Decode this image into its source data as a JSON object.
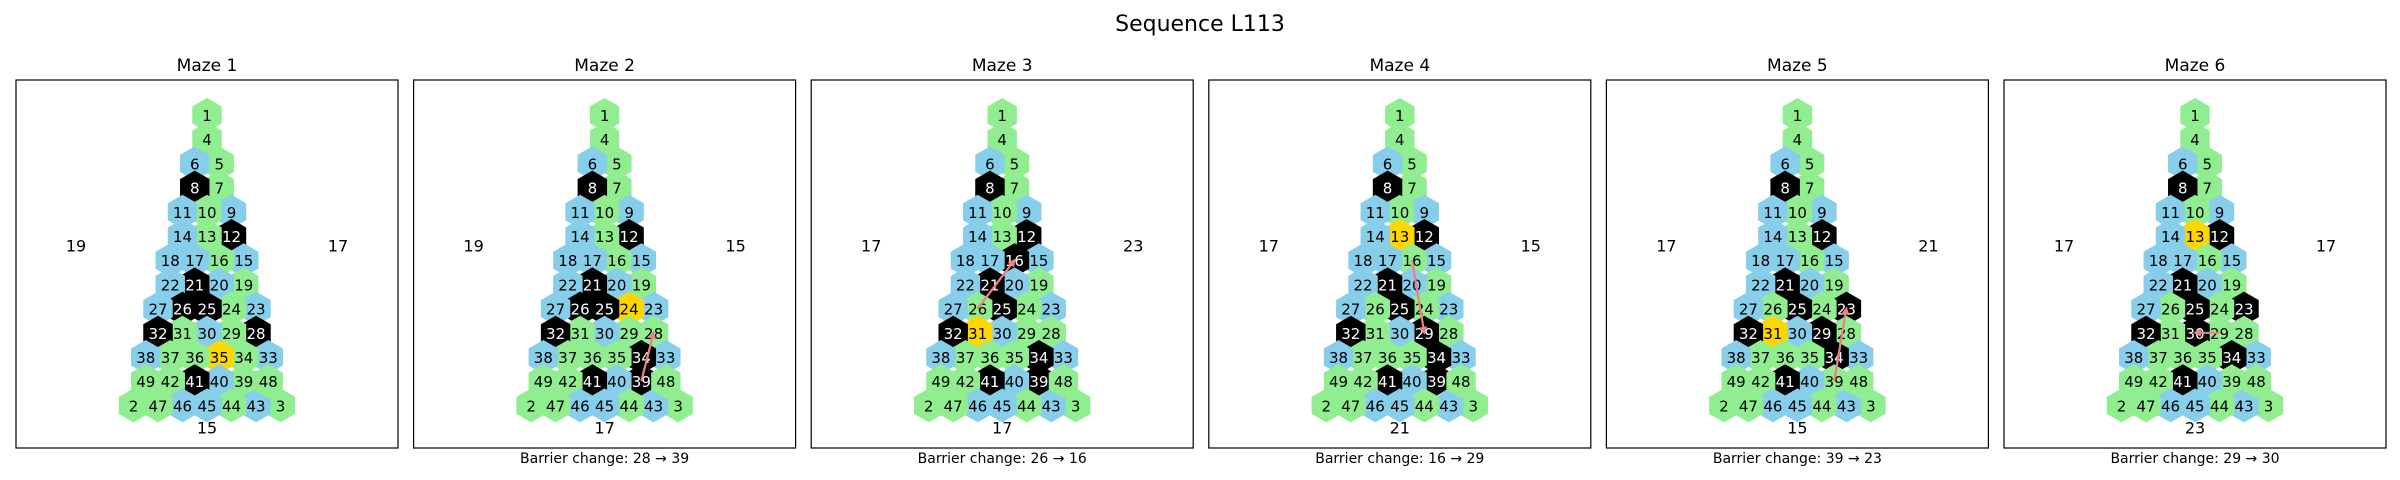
{
  "title": "Sequence L113",
  "colors": {
    "green": "#90ee90",
    "blue": "#87ceeb",
    "barrier": "#000000",
    "highlight": "#ffd700",
    "arrow": "#f08080",
    "frame": "#000000"
  },
  "rows": [
    [
      1
    ],
    [
      4
    ],
    [
      6,
      5
    ],
    [
      8,
      7
    ],
    [
      11,
      10,
      9
    ],
    [
      14,
      13,
      12
    ],
    [
      18,
      17,
      16,
      15
    ],
    [
      22,
      21,
      20,
      19
    ],
    [
      27,
      26,
      25,
      24,
      23
    ],
    [
      32,
      31,
      30,
      29,
      28
    ],
    [
      38,
      37,
      36,
      35,
      34,
      33
    ],
    [
      49,
      42,
      41,
      40,
      39,
      48
    ],
    [
      2,
      47,
      46,
      45,
      44,
      43,
      3
    ]
  ],
  "blue_cells": [
    6,
    11,
    14,
    18,
    22,
    27,
    38,
    46,
    45,
    9,
    15,
    23,
    33,
    43,
    17,
    20,
    30,
    40
  ],
  "mazes": [
    {
      "title": "Maze 1",
      "left_label": "19",
      "right_label": "17",
      "bottom_label": "15",
      "barriers": [
        8,
        12,
        21,
        26,
        25,
        32,
        28,
        41
      ],
      "highlight": 35,
      "arrow": null,
      "caption": ""
    },
    {
      "title": "Maze 2",
      "left_label": "19",
      "right_label": "15",
      "bottom_label": "17",
      "barriers": [
        8,
        12,
        21,
        26,
        25,
        32,
        34,
        41,
        39
      ],
      "highlight": 24,
      "arrow": [
        39,
        28
      ],
      "caption": "Barrier change: 28 → 39"
    },
    {
      "title": "Maze 3",
      "left_label": "17",
      "right_label": "23",
      "bottom_label": "17",
      "barriers": [
        8,
        12,
        16,
        21,
        25,
        32,
        34,
        41,
        39
      ],
      "highlight": 31,
      "arrow": [
        26,
        16
      ],
      "caption": "Barrier change: 26 → 16"
    },
    {
      "title": "Maze 4",
      "left_label": "17",
      "right_label": "15",
      "bottom_label": "21",
      "barriers": [
        8,
        12,
        21,
        25,
        32,
        29,
        34,
        41,
        39
      ],
      "highlight": 13,
      "arrow": [
        16,
        29
      ],
      "caption": "Barrier change: 16 → 29"
    },
    {
      "title": "Maze 5",
      "left_label": "17",
      "right_label": "21",
      "bottom_label": "15",
      "barriers": [
        8,
        12,
        21,
        25,
        32,
        29,
        23,
        34,
        41
      ],
      "highlight": 31,
      "arrow": [
        39,
        23
      ],
      "caption": "Barrier change: 39 → 23"
    },
    {
      "title": "Maze 6",
      "left_label": "17",
      "right_label": "17",
      "bottom_label": "23",
      "barriers": [
        8,
        12,
        21,
        25,
        23,
        32,
        30,
        34,
        41
      ],
      "highlight": 13,
      "arrow": [
        29,
        30
      ],
      "caption": "Barrier change: 29 → 30"
    }
  ]
}
